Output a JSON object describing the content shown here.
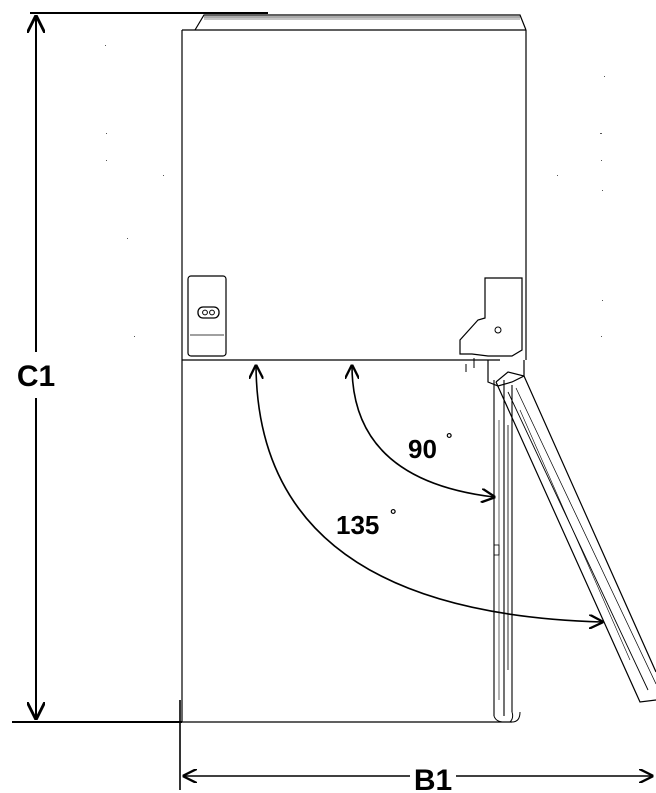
{
  "dimensions": {
    "height_label": "C1",
    "width_label": "B1"
  },
  "angles": [
    {
      "value": "90",
      "unit": "°"
    },
    {
      "value": "135",
      "unit": "°"
    }
  ]
}
